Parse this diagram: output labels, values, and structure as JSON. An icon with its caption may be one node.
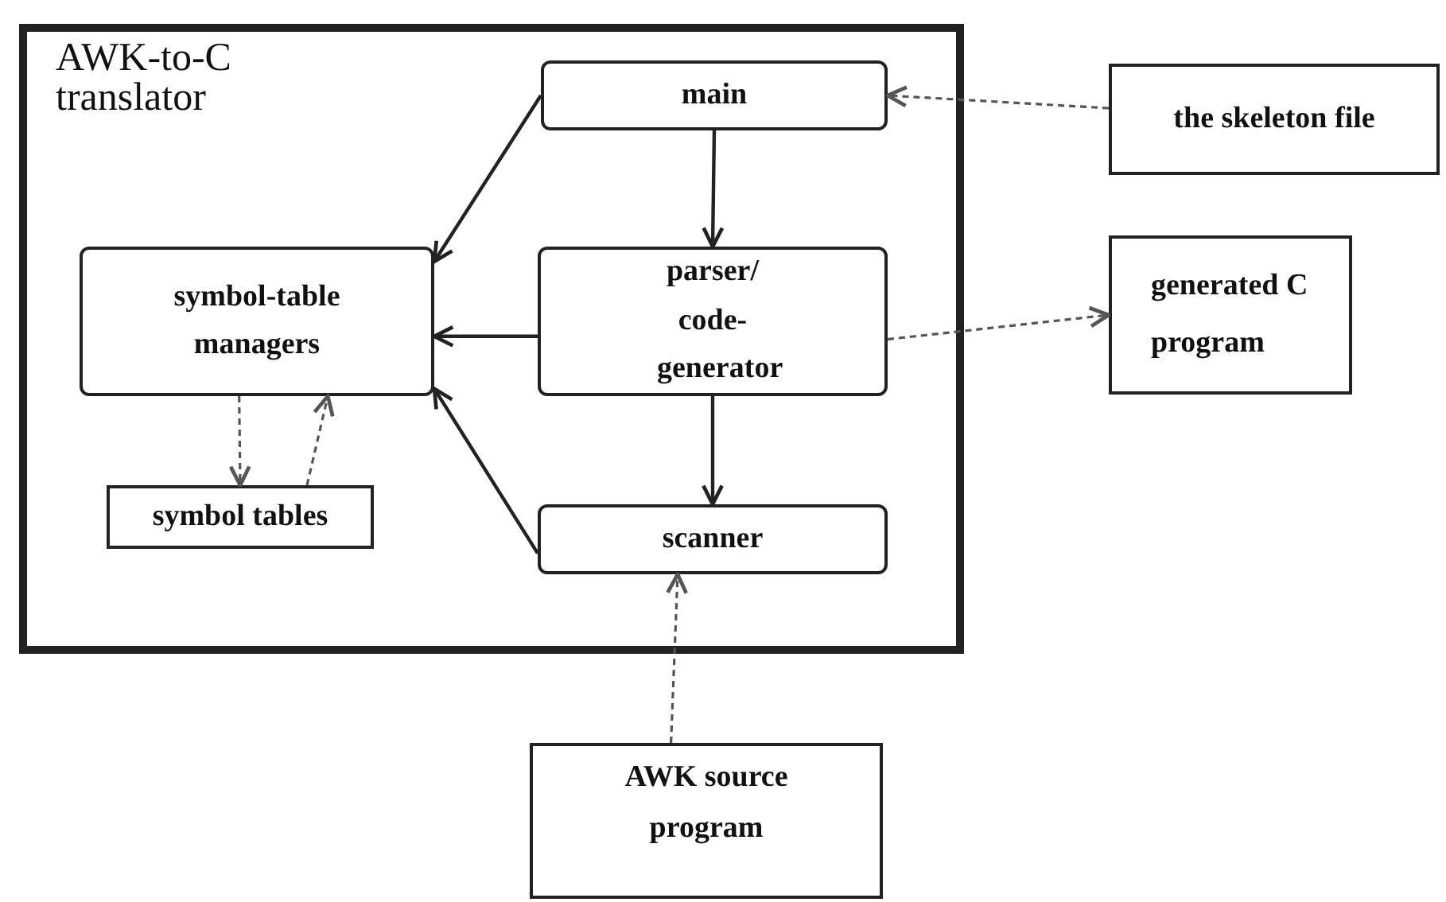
{
  "diagram": {
    "nodes": [
      {
        "text": [
          "AWK-to-C translator"
        ]
      },
      {
        "text": [
          "main"
        ],
        "in": 0
      },
      {
        "text": [
          "the skeleton file"
        ]
      },
      {
        "text": [
          "symbol-table managers"
        ],
        "in": 0
      },
      {
        "text": [
          "parser/ code-generator"
        ],
        "in": 0
      },
      {
        "text": [
          "generated C program"
        ]
      },
      {
        "text": [
          "symbol tables"
        ],
        "in": 0
      },
      {
        "text": [
          "scanner"
        ],
        "in": 0
      },
      {
        "text": [
          "AWK source program"
        ]
      }
    ],
    "edges": [
      {
        "from": 1,
        "to": 3,
        "arrow": "to"
      },
      {
        "from": 1,
        "to": 4,
        "arrow": "to"
      },
      {
        "from": 4,
        "to": 3,
        "arrow": "to"
      },
      {
        "from": 7,
        "to": 3,
        "arrow": "to"
      },
      {
        "from": 4,
        "to": 7,
        "arrow": "to"
      },
      {
        "from": 2,
        "to": 1,
        "arrow": "to",
        "style": "dashed"
      },
      {
        "from": 4,
        "to": 5,
        "arrow": "to",
        "style": "dashed"
      },
      {
        "from": 3,
        "to": 6,
        "arrow": "to",
        "style": "dashed"
      },
      {
        "from": 6,
        "to": 3,
        "arrow": "to",
        "style": "dashed"
      },
      {
        "from": 8,
        "to": 7,
        "arrow": "to",
        "style": "dashed"
      }
    ]
  }
}
